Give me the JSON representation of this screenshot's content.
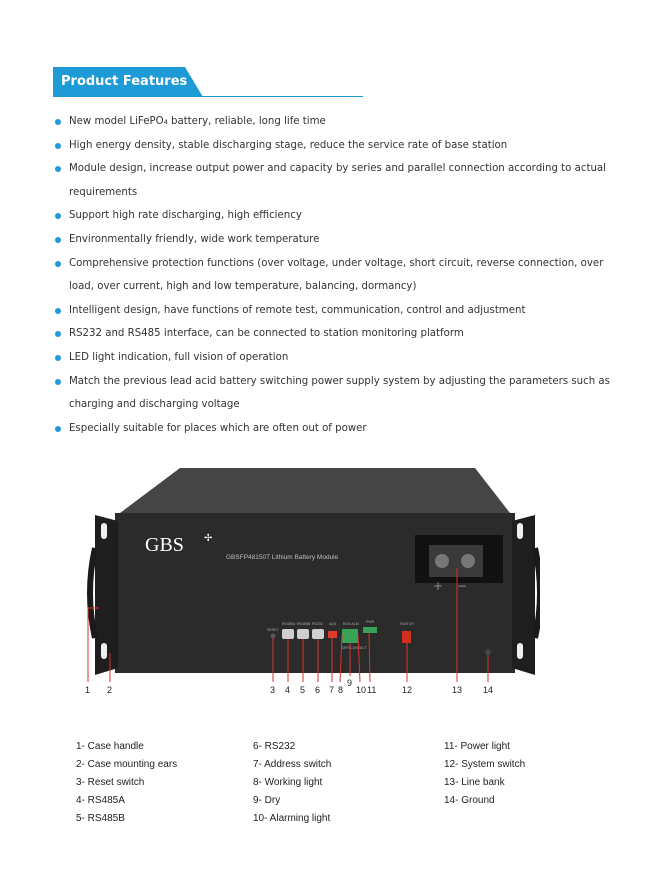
{
  "header": {
    "title": "Product Features"
  },
  "features": [
    "New model LiFePO₄ battery, reliable, long life time",
    "High energy density, stable discharging stage, reduce the service rate of base station",
    "Module design, increase output power and capacity by series and parallel connection according to actual requirements",
    "Support high rate discharging, high efficiency",
    "Environmentally friendly, wide work temperature",
    "Comprehensive protection functions (over voltage, under voltage, short circuit, reverse connection, over load, over current, high and low temperature, balancing, dormancy)",
    "Intelligent design, have functions of remote test, communication, control and adjustment",
    "RS232 and RS485 interface, can be connected to station monitoring platform",
    "LED light indication, full vision of operation",
    "Match the previous lead acid battery switching power supply system by adjusting the parameters such as charging and discharging voltage",
    "Especially  suitable for places which are often out of power"
  ],
  "device": {
    "brand": "GBS",
    "model_label": "GBSFP48150T Lithium Battery Module",
    "port_labels": [
      "RESET",
      "RS485A",
      "RS485B",
      "RS232",
      "ADS",
      "RUN ALM",
      "DRY CONTACT",
      "PWR",
      "SWITCH"
    ],
    "polarity_plus": "+",
    "polarity_minus": "−",
    "callouts": [
      "1",
      "2",
      "3",
      "4",
      "5",
      "6",
      "7",
      "8",
      "9",
      "10",
      "11",
      "12",
      "13",
      "14"
    ]
  },
  "legend": {
    "col1": [
      "1- Case handle",
      "2- Case mounting ears",
      "3- Reset switch",
      "4- RS485A",
      "5- RS485B"
    ],
    "col2": [
      "6- RS232",
      "7- Address switch",
      "8- Working light",
      "9- Dry",
      "10- Alarming light"
    ],
    "col3": [
      "11- Power light",
      "12- System switch",
      "13- Line bank",
      "14- Ground"
    ]
  }
}
